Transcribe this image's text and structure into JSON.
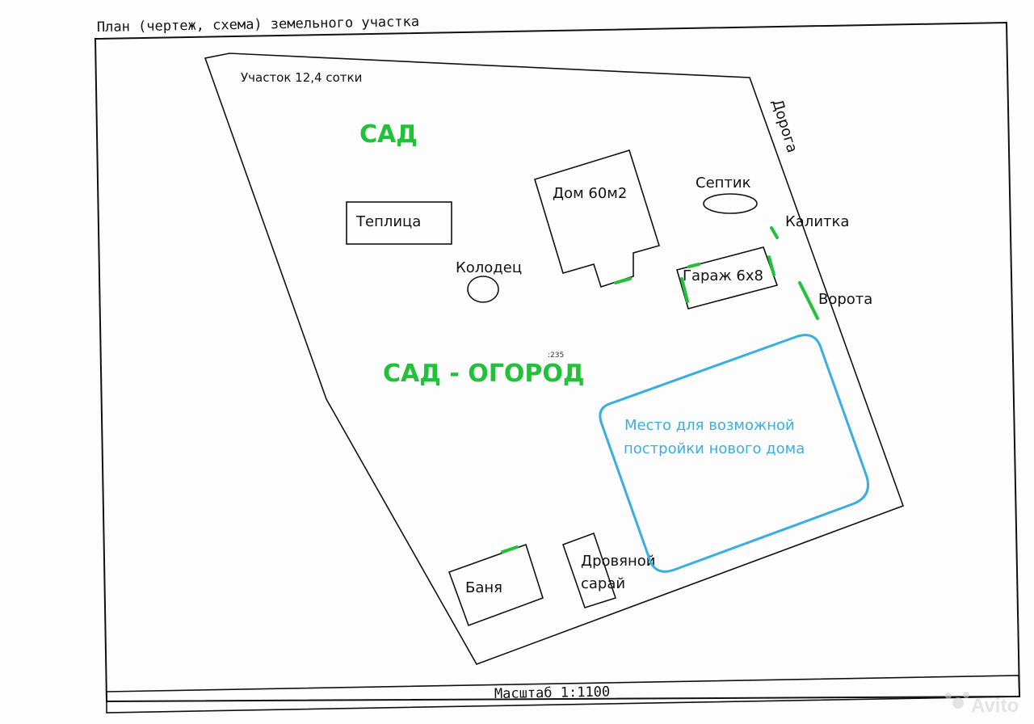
{
  "header": {
    "title": "План (чертеж, схема) земельного участка"
  },
  "footer": {
    "scale": "Масштаб 1:1100"
  },
  "plot": {
    "area_label": "Участок 12,4 сотки"
  },
  "zones": {
    "garden": "САД",
    "garden_vegetable": "САД - ОГОРОД"
  },
  "buildings": {
    "house": "Дом 60м2",
    "greenhouse": "Теплица",
    "well": "Колодец",
    "septic": "Септик",
    "garage": "Гараж 6х8",
    "bathhouse": "Баня",
    "woodshed_line1": "Дровяной",
    "woodshed_line2": "сарай"
  },
  "access": {
    "road": "Дорога",
    "wicket": "Калитка",
    "gate": "Ворота"
  },
  "new_house": {
    "line1": "Место для возможной",
    "line2": "постройки нового дома"
  },
  "marker": {
    "text": ":235"
  },
  "watermark": {
    "text": "Avito"
  },
  "colors": {
    "zone_text": "#22c13a",
    "new_house": "#3aaee0",
    "doors": "#22c13a",
    "lines": "#111111"
  }
}
